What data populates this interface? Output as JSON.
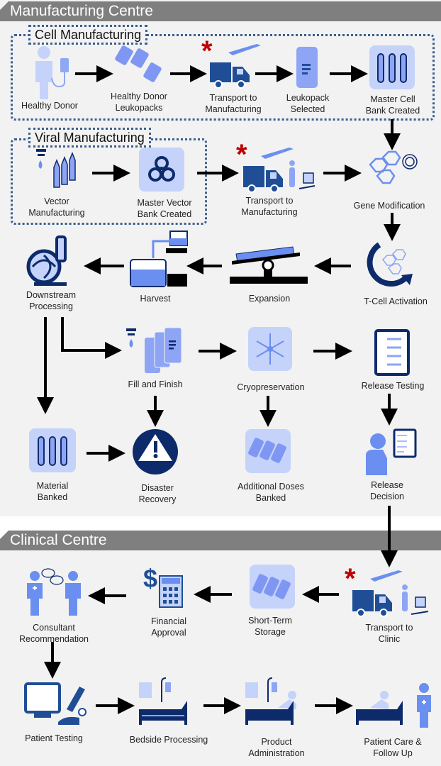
{
  "colors": {
    "navy": "#0d2b6b",
    "dark_blue": "#1f4e96",
    "mid_blue": "#6b8ff0",
    "light_blue": "#c5d3fb",
    "pale_blue": "#d6e0fc",
    "red_asterisk": "#c00000",
    "header_gray": "#7f7f7f",
    "panel_bg": "#f2f2f2"
  },
  "sections": {
    "manufacturing": {
      "title": "Manufacturing Centre",
      "groups": {
        "cell": {
          "title": "Cell Manufacturing"
        },
        "viral": {
          "title": "Viral Manufacturing"
        }
      }
    },
    "clinical": {
      "title": "Clinical Centre"
    }
  },
  "steps": {
    "healthy_donor": {
      "label": "Healthy Donor",
      "icon": "donor-icon"
    },
    "donor_leukopacks": {
      "label": "Healthy Donor\nLeukopacks",
      "icon": "leukopacks-icon"
    },
    "transport_manufacturing_1": {
      "label": "Transport to\nManufacturing",
      "icon": "truck-plane-icon",
      "flagged": true
    },
    "leukopack_selected": {
      "label": "Leukopack\nSelected",
      "icon": "leukopack-bag-icon"
    },
    "master_cell_bank": {
      "label": "Master Cell\nBank Created",
      "icon": "test-tubes-icon"
    },
    "vector_manufacturing": {
      "label": "Vector\nManufacturing",
      "icon": "vials-icon"
    },
    "master_vector_bank": {
      "label": "Master Vector\nBank Created",
      "icon": "biohazard-icon"
    },
    "transport_manufacturing_2": {
      "label": "Transport to\nManufacturing",
      "icon": "truck-plane-courier-icon",
      "flagged": true
    },
    "gene_modification": {
      "label": "Gene Modification",
      "icon": "cells-virus-icon"
    },
    "tcell_activation": {
      "label": "T-Cell Activation",
      "icon": "activation-cycle-icon"
    },
    "expansion": {
      "label": "Expansion",
      "icon": "rocker-bioreactor-icon"
    },
    "harvest": {
      "label": "Harvest",
      "icon": "harvest-tank-icon"
    },
    "downstream_processing": {
      "label": "Downstream\nProcessing",
      "icon": "centrifuge-pump-icon"
    },
    "fill_and_finish": {
      "label": "Fill and Finish",
      "icon": "fill-bags-icon"
    },
    "cryopreservation": {
      "label": "Cryopreservation",
      "icon": "snowflake-icon"
    },
    "release_testing": {
      "label": "Release Testing",
      "icon": "checklist-icon"
    },
    "material_banked": {
      "label": "Material\nBanked",
      "icon": "test-tubes-icon"
    },
    "disaster_recovery": {
      "label": "Disaster\nRecovery",
      "icon": "warning-icon"
    },
    "additional_doses_banked": {
      "label": "Additional Doses\nBanked",
      "icon": "bags-storage-icon"
    },
    "release_decision": {
      "label": "Release\nDecision",
      "icon": "person-checklist-icon"
    },
    "transport_clinic": {
      "label": "Transport to\nClinic",
      "icon": "truck-plane-courier-icon",
      "flagged": true
    },
    "short_term_storage": {
      "label": "Short-Term\nStorage",
      "icon": "bags-storage-icon"
    },
    "financial_approval": {
      "label": "Financial\nApproval",
      "icon": "dollar-calculator-icon"
    },
    "consultant_recommendation": {
      "label": "Consultant\nRecommendation",
      "icon": "consultation-icon"
    },
    "patient_testing": {
      "label": "Patient Testing",
      "icon": "monitor-microscope-icon"
    },
    "bedside_processing": {
      "label": "Bedside Processing",
      "icon": "bed-iv-icon"
    },
    "product_administration": {
      "label": "Product\nAdministration",
      "icon": "bed-patient-iv-icon"
    },
    "patient_care": {
      "label": "Patient Care &\nFollow Up",
      "icon": "bed-patient-doctor-icon"
    }
  },
  "flags": {
    "asterisk": "*"
  }
}
